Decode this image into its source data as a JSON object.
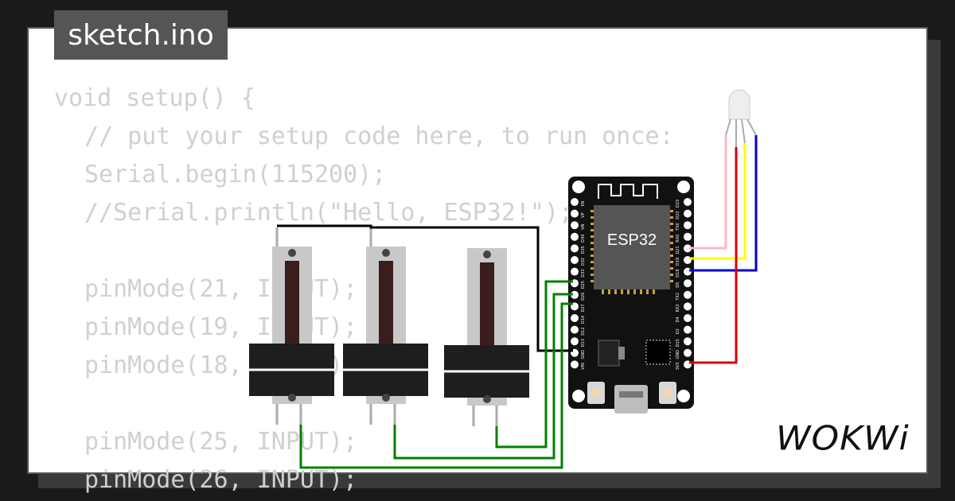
{
  "tab": {
    "title": "sketch.ino"
  },
  "code_lines": [
    "void setup() {",
    "// put your setup code here, to run once:",
    "Serial.begin(115200);",
    "//Serial.println(\"Hello, ESP32!\");",
    "",
    "pinMode(21, INPUT);",
    "pinMode(19, INPUT);",
    "pinMode(18, INPUT);",
    "",
    "pinMode(25, INPUT);",
    "pinMode(26, INPUT);"
  ],
  "board": {
    "label": "ESP32",
    "left_pins": [
      "EN",
      "VP",
      "VN",
      "D34",
      "D35",
      "D32",
      "D33",
      "D25",
      "D26",
      "D27",
      "D14",
      "D12",
      "D13",
      "GND",
      "VIN"
    ],
    "right_pins": [
      "D23",
      "D22",
      "TX0",
      "RX0",
      "D21",
      "D19",
      "D18",
      "D5",
      "TX2",
      "RX2",
      "D4",
      "D2",
      "D15",
      "GND",
      "3V3"
    ]
  },
  "logo": {
    "text": "WOKWi"
  },
  "colors": {
    "wire_black": "#000000",
    "wire_green": "#008000",
    "wire_pink": "#ffb6c1",
    "wire_yellow": "#ffff00",
    "wire_blue": "#0000cc",
    "wire_red": "#dd0000",
    "code_gray": "#d0d0d0",
    "tab_bg": "#555555"
  }
}
